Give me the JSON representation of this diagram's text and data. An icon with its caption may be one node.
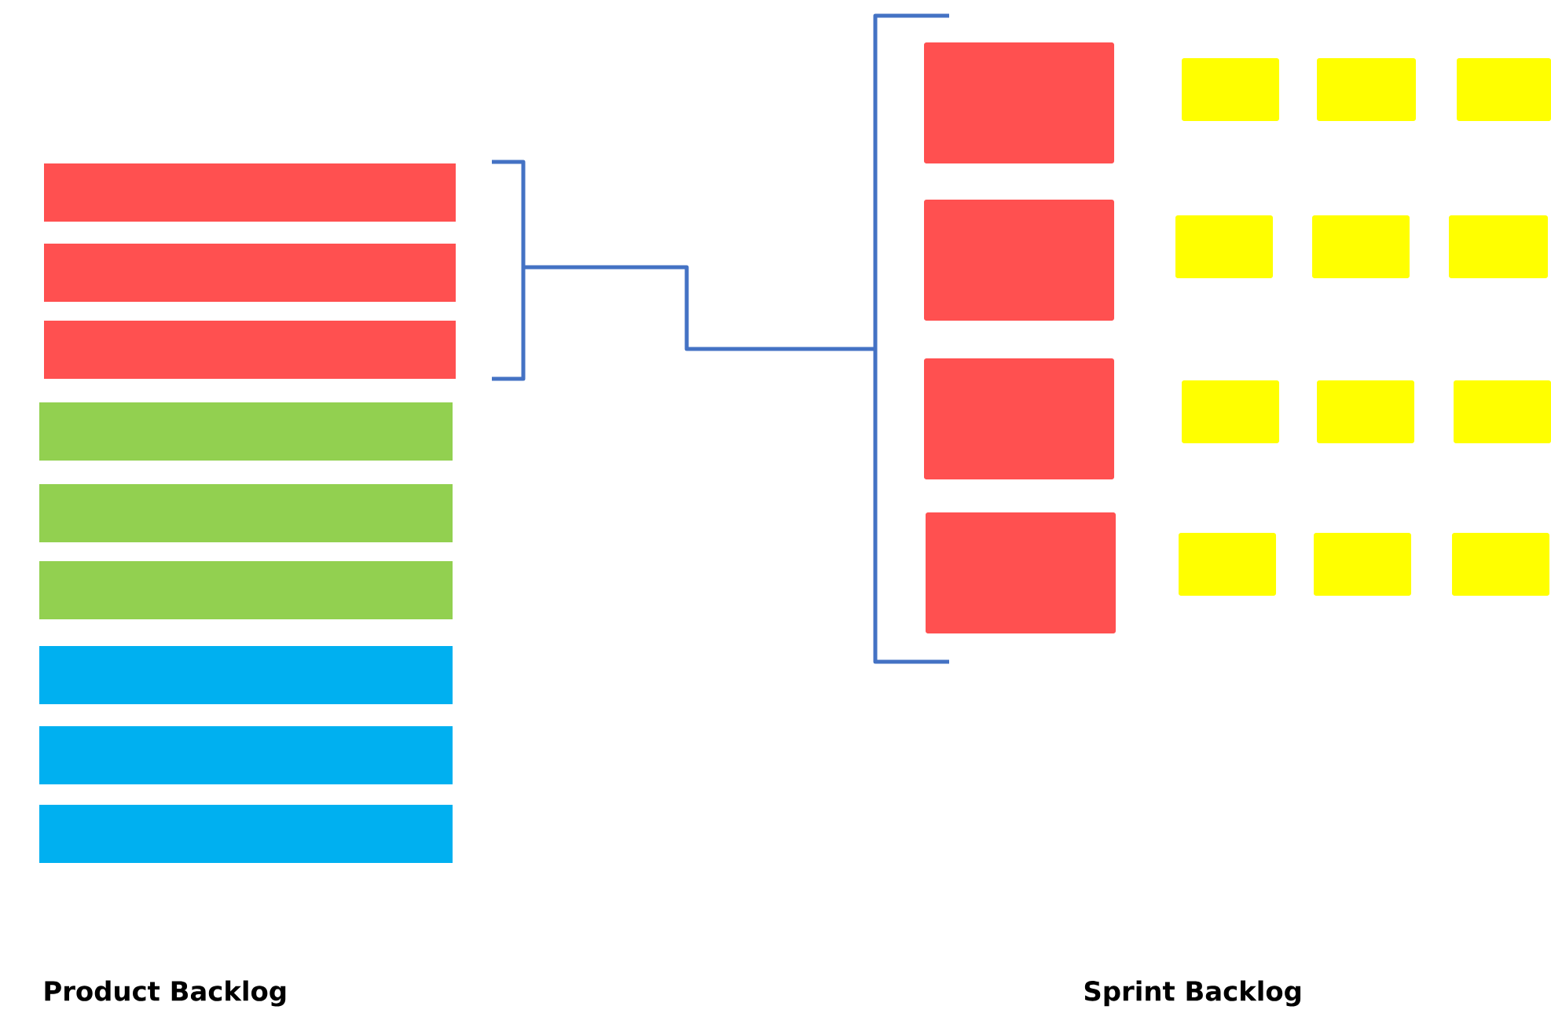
{
  "diagram": {
    "nodes": [
      {
        "text": [],
        "shape": "bar"
      },
      {
        "text": [],
        "shape": "bar"
      },
      {
        "text": [],
        "shape": "bar"
      },
      {
        "text": [],
        "shape": "bar"
      },
      {
        "text": [],
        "shape": "bar"
      },
      {
        "text": [],
        "shape": "bar"
      },
      {
        "text": [],
        "shape": "bar"
      },
      {
        "text": [],
        "shape": "bar"
      },
      {
        "text": [],
        "shape": "bar"
      },
      {
        "text": [],
        "shape": "box"
      },
      {
        "text": [],
        "shape": "box"
      },
      {
        "text": [],
        "shape": "box"
      },
      {
        "text": [],
        "shape": "box"
      },
      {
        "text": [],
        "shape": "box"
      },
      {
        "text": [],
        "shape": "box"
      },
      {
        "text": [],
        "shape": "box"
      },
      {
        "text": [],
        "shape": "box"
      },
      {
        "text": [],
        "shape": "box"
      },
      {
        "text": [],
        "shape": "box"
      },
      {
        "text": [],
        "shape": "box"
      },
      {
        "text": [],
        "shape": "box"
      },
      {
        "text": [],
        "shape": "box"
      },
      {
        "text": [],
        "shape": "box"
      },
      {
        "text": [],
        "shape": "box"
      },
      {
        "text": [],
        "shape": "box"
      }
    ],
    "labels": [
      "Product Backlog",
      "Sprint Backlog"
    ]
  }
}
